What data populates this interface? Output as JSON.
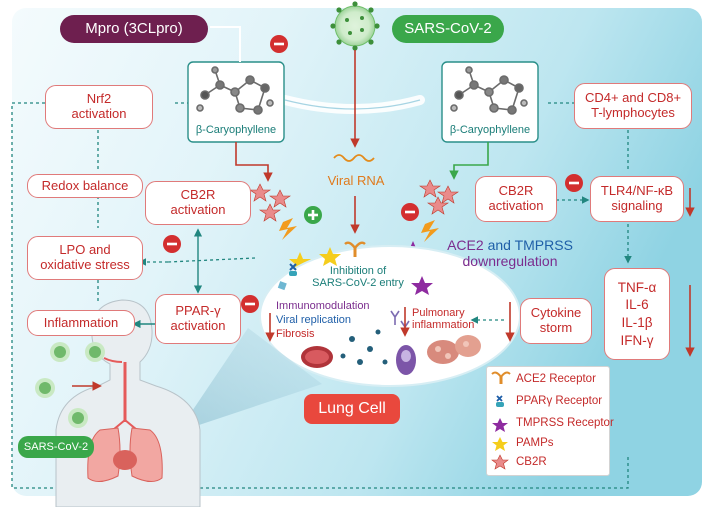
{
  "top": {
    "mpro": "Mpro (3CLpro)",
    "virus": "SARS-CoV-2",
    "bcp_left": "β-Caryophyllene",
    "bcp_right": "β-Caryophyllene",
    "viral_rna": "Viral RNA"
  },
  "left": {
    "nrf2": [
      "Nrf2",
      "activation"
    ],
    "redox": "Redox balance",
    "lpo": [
      "LPO and",
      "oxidative stress"
    ],
    "inflammation": "Inflammation",
    "cb2r": [
      "CB2R",
      "activation"
    ],
    "ppar": [
      "PPAR-γ",
      "activation"
    ],
    "virus_label": "SARS-CoV-2"
  },
  "right": {
    "tcells": [
      "CD4+ and CD8+",
      "T-lymphocytes"
    ],
    "cb2r": [
      "CB2R",
      "activation"
    ],
    "tlr4": [
      "TLR4/NF-κB",
      "signaling"
    ],
    "ace2_word": "ACE2",
    "and_word": "and",
    "tmprss_word": "TMPRSS",
    "downreg": "downregulation",
    "cytokine": [
      "Cytokine",
      "storm"
    ],
    "cytokines": [
      "TNF-α",
      "IL-6",
      "IL-1β",
      "IFN-γ"
    ]
  },
  "cell": {
    "inhibition": [
      "Inhibition of",
      "SARS-CoV-2 entry"
    ],
    "immuno": "Immunomodulation",
    "viral_rep": "Viral replication",
    "fibrosis": "Fibrosis",
    "pulmonary": [
      "Pulmonary",
      "inflammation"
    ],
    "lung_cell": "Lung Cell"
  },
  "legend": {
    "items": [
      "ACE2 Receptor",
      "PPARγ Receptor",
      "TMPRSS Receptor",
      "PAMPs",
      "CB2R"
    ]
  },
  "colors": {
    "box_border": "#e07a7a",
    "box_text": "#c42a2a",
    "mpro_pill": "#6e1f4f",
    "virus_pill": "#3aa74a",
    "arrow_red": "#c0392b",
    "arrow_green": "#2e8b57",
    "inhibit_red": "#d32f2f",
    "dotted_teal": "#21867f",
    "lung_cell_bg": "#e9483d",
    "background_top": "#d9f1f7",
    "background_right": "#9cd8e6",
    "cell_fill": "#ffffff"
  }
}
